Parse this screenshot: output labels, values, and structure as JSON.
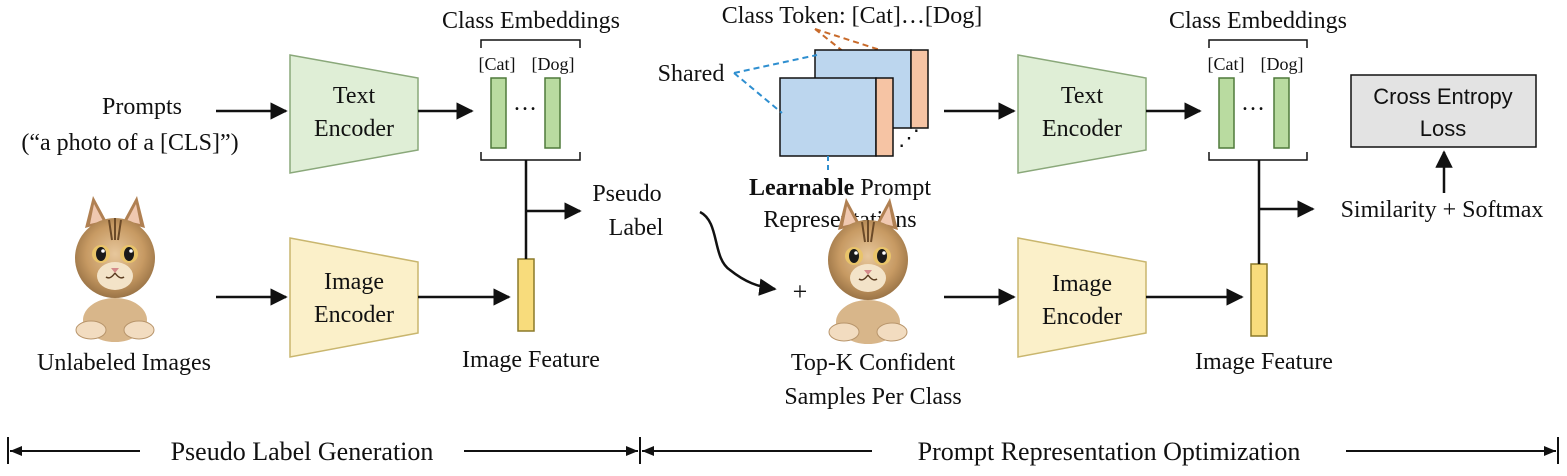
{
  "colors": {
    "text_encoder_fill": "#dfeed6",
    "text_encoder_stroke": "#8aa87a",
    "image_encoder_fill": "#fbf0c9",
    "image_encoder_stroke": "#c9b66e",
    "class_embedding_fill": "#b9dba0",
    "class_embedding_stroke": "#4f7a3a",
    "image_feature_fill": "#f8dc7c",
    "image_feature_stroke": "#8b7a2a",
    "prompt_card_fill": "#bcd6ee",
    "prompt_card_stroke": "#111111",
    "class_token_fill": "#f6c4a4",
    "shared_line": "#2f8fd0",
    "class_token_line": "#c86a2a",
    "loss_box_fill": "#e3e3e3"
  },
  "left": {
    "prompts_line1": "Prompts",
    "prompts_line2": "(“a photo of a [CLS]”)",
    "text_encoder_line1": "Text",
    "text_encoder_line2": "Encoder",
    "class_embeddings_title": "Class Embeddings",
    "cat_label": "[Cat]",
    "dog_label": "[Dog]",
    "ellipsis": "…",
    "image_encoder_line1": "Image",
    "image_encoder_line2": "Encoder",
    "unlabeled_images": "Unlabeled Images",
    "image_feature": "Image Feature",
    "pseudo_label_line1": "Pseudo",
    "pseudo_label_line2": "Label"
  },
  "middle": {
    "class_token": "Class Token: [Cat]…[Dog]",
    "shared": "Shared",
    "learnable_bold": "Learnable",
    "learnable_rest": " Prompt",
    "representations": "Representations",
    "plus": "+",
    "card_dots": "⋰",
    "topk_line1": "Top-K Confident",
    "topk_line2": "Samples Per Class"
  },
  "right": {
    "text_encoder_line1": "Text",
    "text_encoder_line2": "Encoder",
    "class_embeddings_title": "Class Embeddings",
    "cat_label": "[Cat]",
    "dog_label": "[Dog]",
    "ellipsis": "…",
    "image_encoder_line1": "Image",
    "image_encoder_line2": "Encoder",
    "image_feature": "Image Feature",
    "loss_line1": "Cross Entropy",
    "loss_line2": "Loss",
    "similarity": "Similarity + Softmax"
  },
  "stages": {
    "left": "Pseudo Label Generation",
    "right": "Prompt Representation Optimization"
  }
}
